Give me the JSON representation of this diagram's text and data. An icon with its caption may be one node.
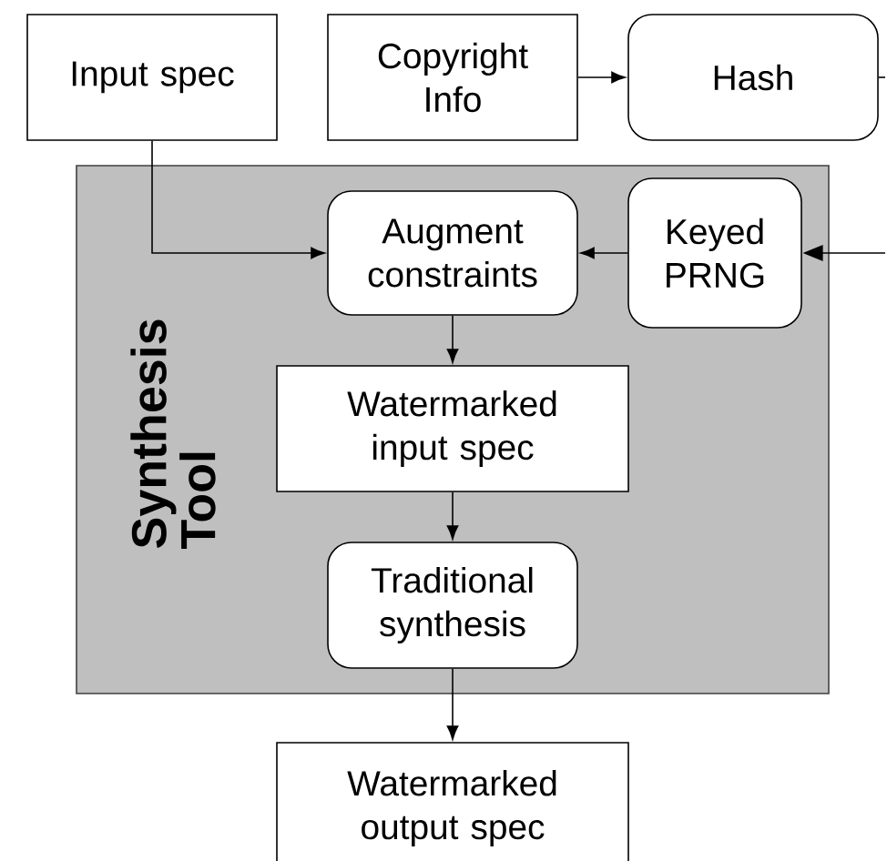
{
  "diagram": {
    "nodes": [
      {
        "text": [
          "Input spec"
        ]
      },
      {
        "text": [
          "Copyright Info"
        ]
      },
      {
        "text": [
          "Hash"
        ]
      },
      {
        "text": [
          "Synthesis Tool"
        ]
      },
      {
        "text": [
          "Augment constraints"
        ],
        "in": 3
      },
      {
        "text": [
          "Keyed PRNG"
        ],
        "in": 3
      },
      {
        "text": [
          "Watermarked input spec"
        ],
        "in": 3
      },
      {
        "text": [
          "Traditional synthesis"
        ],
        "in": 3
      },
      {
        "text": [
          "Watermarked output spec"
        ]
      }
    ],
    "edges": [
      {
        "from": 1,
        "to": 2,
        "arrow": "to"
      },
      {
        "from": 2,
        "to": null,
        "arrow": "none"
      },
      {
        "from": 0,
        "to": 4,
        "arrow": "to"
      },
      {
        "from": null,
        "to": 5,
        "arrow": "to"
      },
      {
        "from": 5,
        "to": 4,
        "arrow": "to"
      },
      {
        "from": 4,
        "to": 6,
        "arrow": "to"
      },
      {
        "from": 6,
        "to": 7,
        "arrow": "to"
      },
      {
        "from": 7,
        "to": 8,
        "arrow": "to"
      }
    ]
  }
}
